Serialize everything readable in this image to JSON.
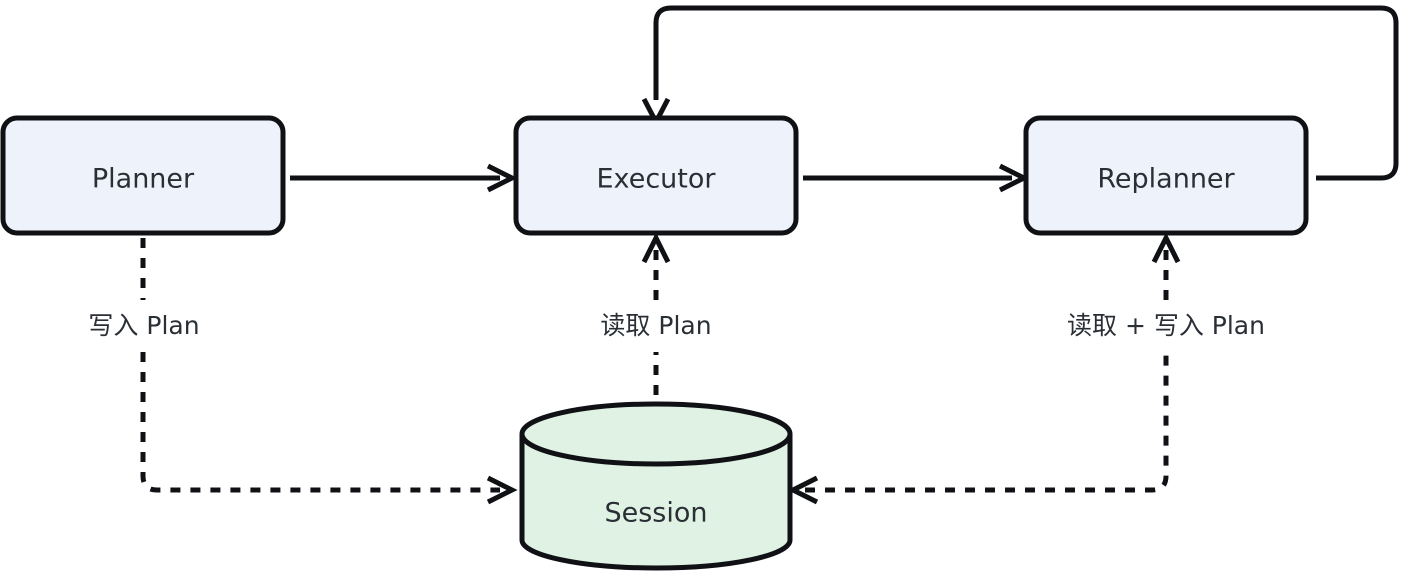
{
  "diagram": {
    "type": "flowchart",
    "background": "#ffffff",
    "stroke_color": "#0f1115",
    "text_color": "#2a2f36",
    "nodes": [
      {
        "id": "planner",
        "label": "Planner",
        "shape": "rounded-rectangle",
        "fill": "#eef2fb"
      },
      {
        "id": "executor",
        "label": "Executor",
        "shape": "rounded-rectangle",
        "fill": "#eef2fb"
      },
      {
        "id": "replanner",
        "label": "Replanner",
        "shape": "rounded-rectangle",
        "fill": "#eef2fb"
      },
      {
        "id": "session",
        "label": "Session",
        "shape": "cylinder",
        "fill": "#dff2e3"
      }
    ],
    "edges": [
      {
        "id": "planner-to-executor",
        "from": "planner",
        "to": "executor",
        "style": "solid",
        "label": ""
      },
      {
        "id": "executor-to-replanner",
        "from": "executor",
        "to": "replanner",
        "style": "solid",
        "label": ""
      },
      {
        "id": "replanner-to-executor-loop",
        "from": "replanner",
        "to": "executor",
        "style": "solid",
        "label": ""
      },
      {
        "id": "planner-to-session",
        "from": "planner",
        "to": "session",
        "style": "dashed",
        "label": "写入 Plan"
      },
      {
        "id": "session-to-executor",
        "from": "session",
        "to": "executor",
        "style": "dashed",
        "label": "读取 Plan"
      },
      {
        "id": "session-replanner",
        "from": "session",
        "to": "replanner",
        "style": "dashed",
        "label": "读取 + 写入 Plan"
      }
    ]
  }
}
